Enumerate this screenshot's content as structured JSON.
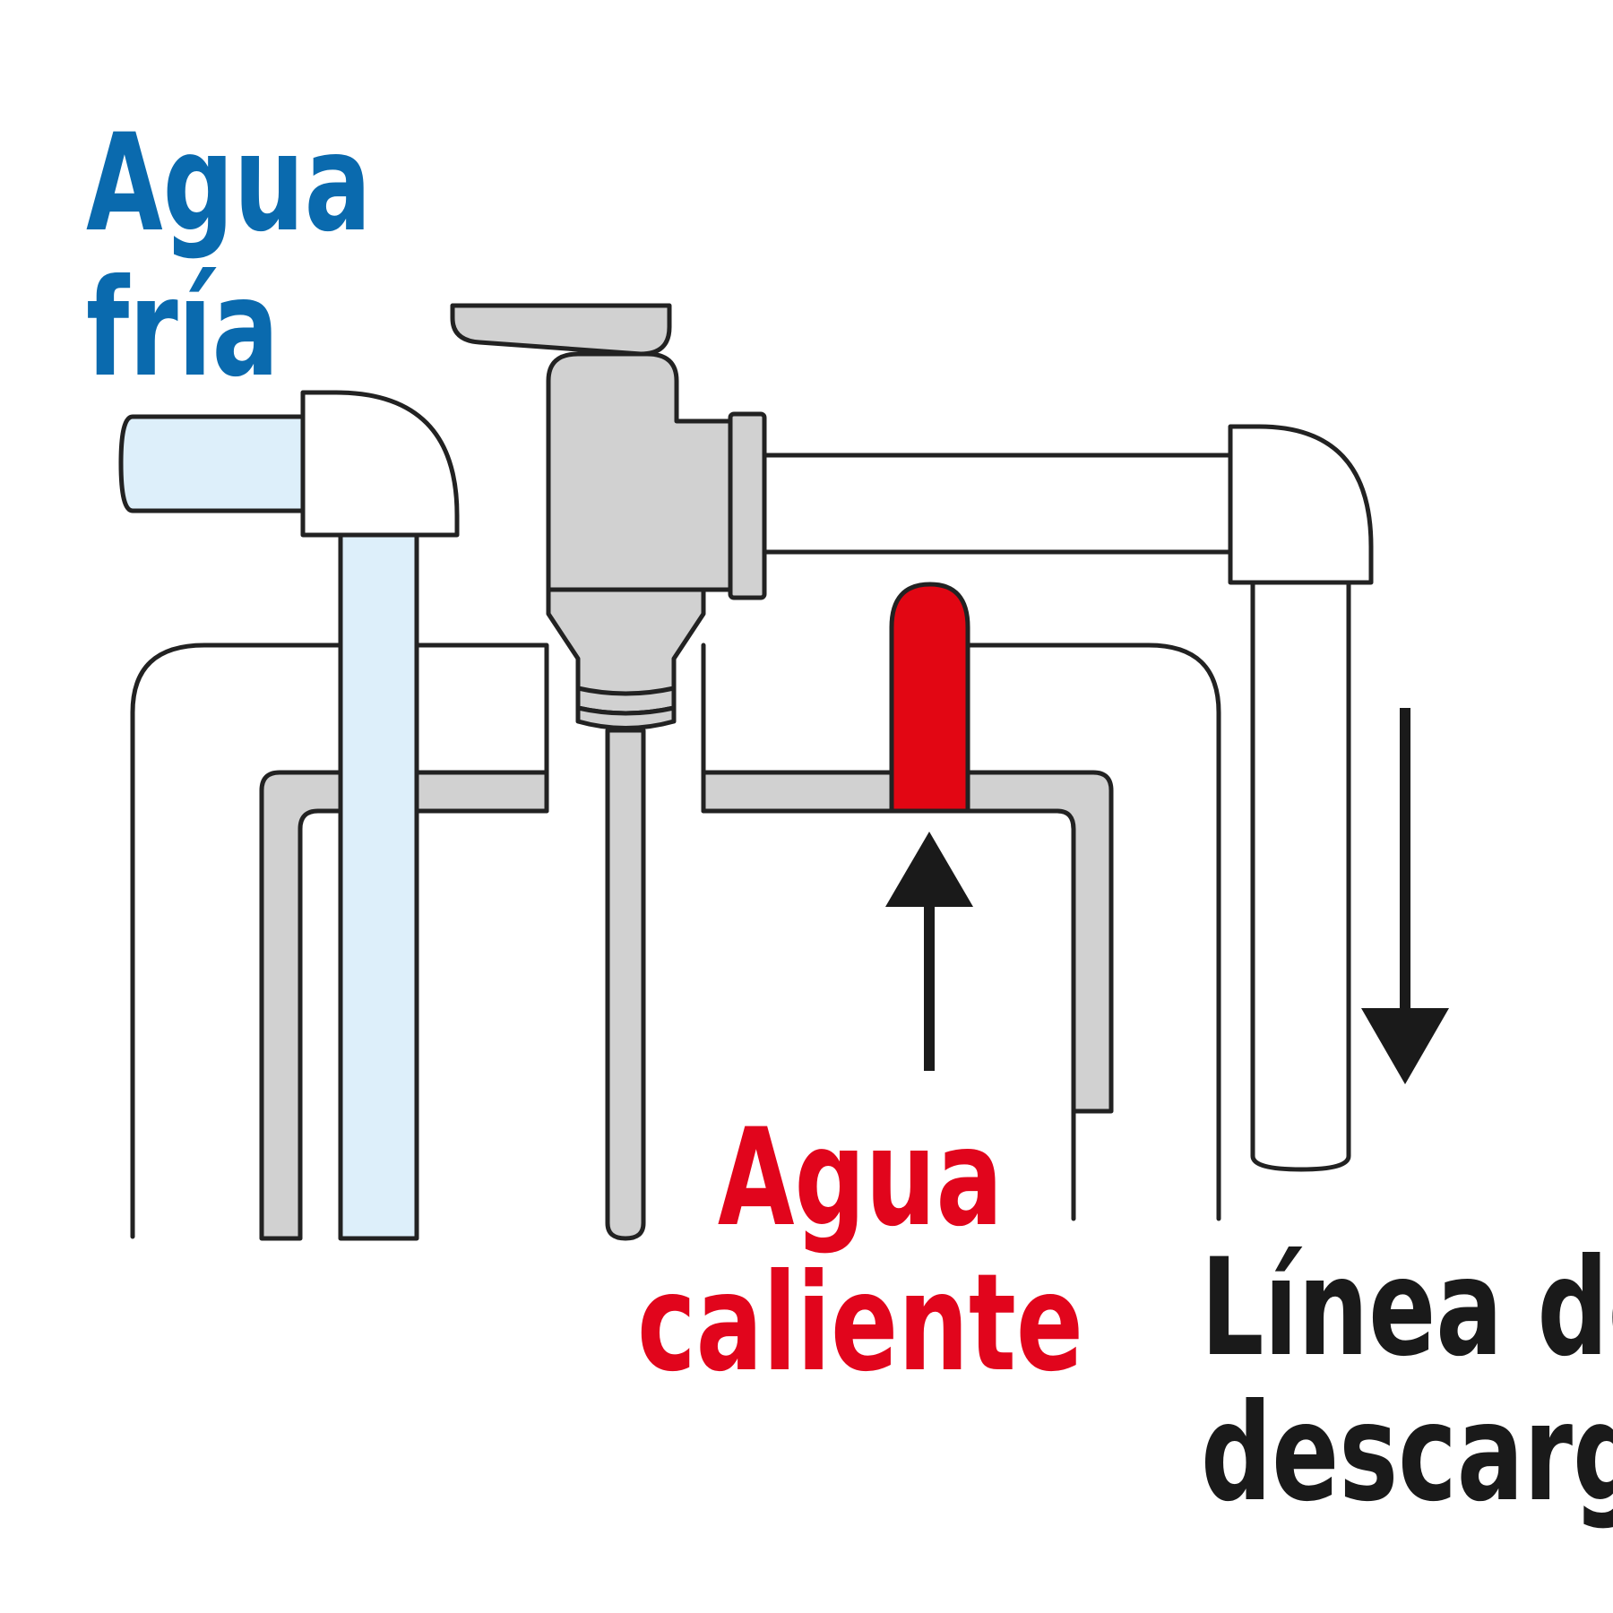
{
  "colors": {
    "cold_label": "#0a6aae",
    "hot_label": "#e1051c",
    "discharge_label": "#1a1a1a",
    "cold_water": "#ddeffa",
    "hot_element": "#e20613",
    "valve_gray": "#d1d1d1",
    "outline": "#222222"
  },
  "labels": {
    "cold_water": {
      "line1": "Agua",
      "line2": "fría"
    },
    "hot_water": {
      "line1": "Agua",
      "line2": "caliente"
    },
    "discharge_line": {
      "line1": "Línea de",
      "line2": "descarga"
    }
  },
  "icons": {
    "up_arrow": "arrow-up-icon",
    "down_arrow": "arrow-down-icon"
  }
}
